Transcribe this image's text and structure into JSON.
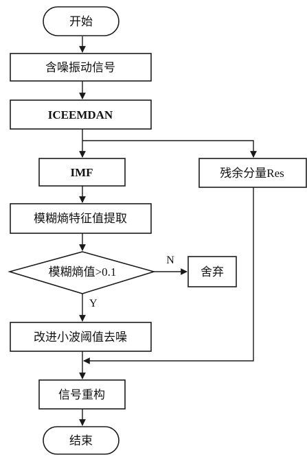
{
  "flowchart": {
    "start": "开始",
    "noisy_signal": "含噪振动信号",
    "iceemdan": "ICEEMDAN",
    "imf": "IMF",
    "residual": "残余分量Res",
    "feature_extraction": "模糊熵特征值提取",
    "decision": "模糊熵值>0.1",
    "discard": "舍弃",
    "denoise": "改进小波阈值去噪",
    "reconstruct": "信号重构",
    "end": "结束",
    "edge_no": "N",
    "edge_yes": "Y"
  }
}
